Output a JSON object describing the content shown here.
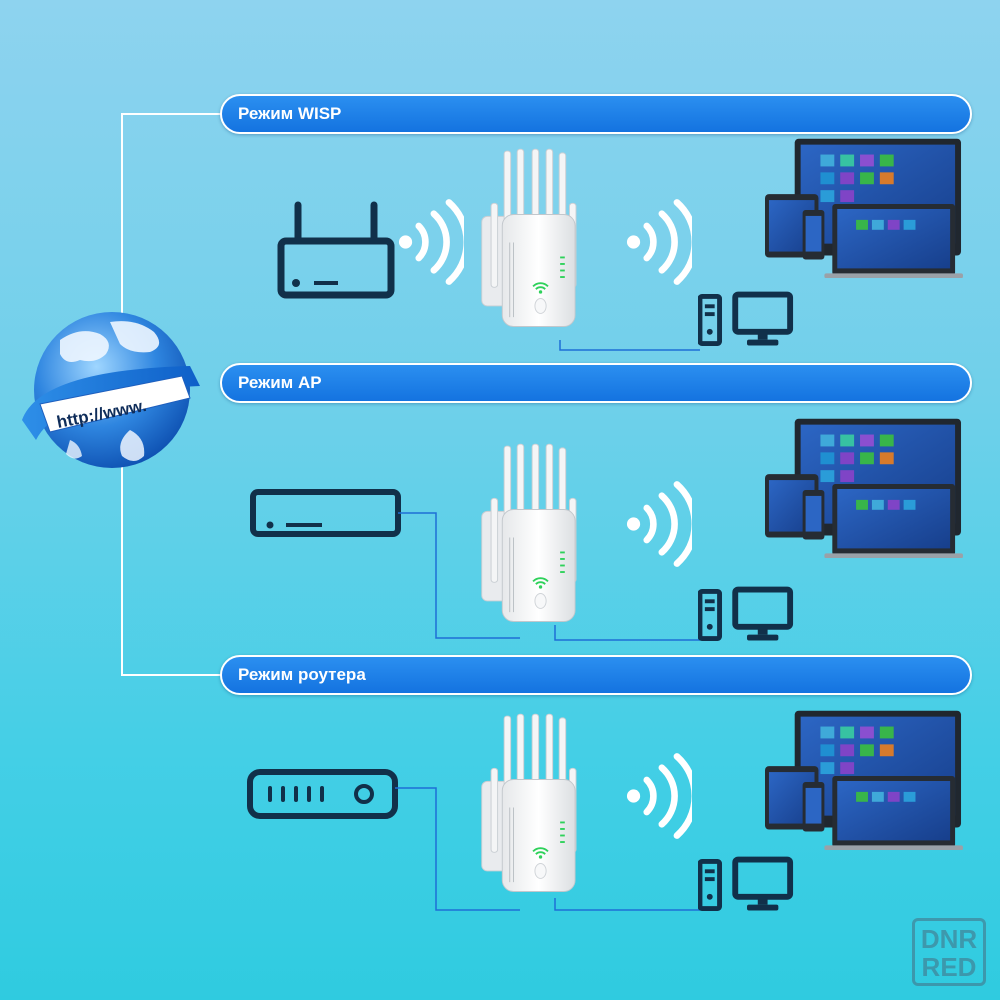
{
  "modes": [
    {
      "label": "Режим WISP"
    },
    {
      "label": "Режим AP"
    },
    {
      "label": "Режим роутера"
    }
  ],
  "globe": {
    "url_text": "http://www."
  },
  "watermark": {
    "line1": "DNR",
    "line2": "RED"
  },
  "colors": {
    "bar": "#1473e0",
    "icon": "#11304a",
    "wire": "#1e6fd6",
    "screen": "#1f4ea8"
  },
  "icons": [
    "globe-icon",
    "wireless-router-icon",
    "access-point-icon",
    "modem-icon",
    "extender-icon",
    "wifi-waves-icon",
    "desktop-pc-icon",
    "multi-device-icon"
  ]
}
